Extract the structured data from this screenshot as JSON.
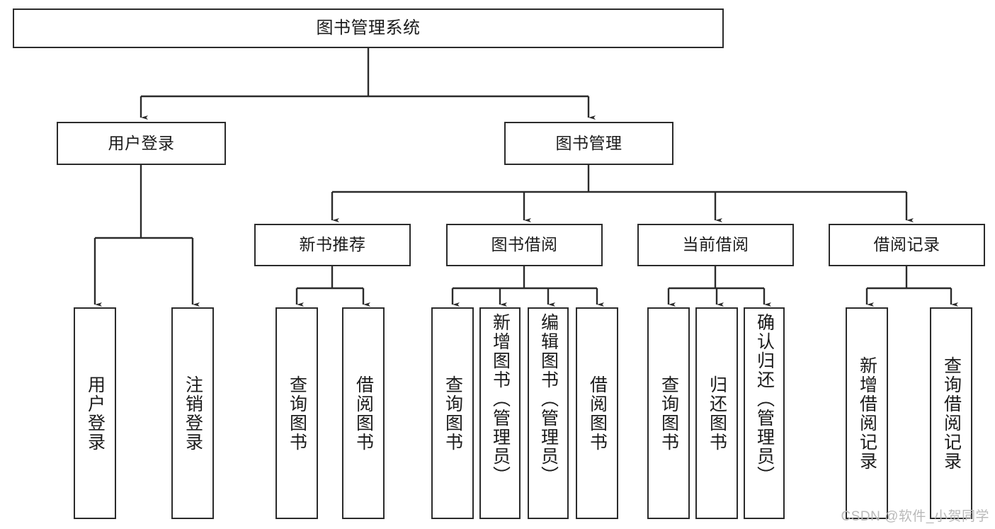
{
  "diagram": {
    "title": "图书管理系统",
    "type": "tree",
    "levels": 3,
    "colors": {
      "box_border": "#2b2b2b",
      "box_fill": "#ffffff",
      "connector": "#2b2b2b",
      "text": "#1b1b1b",
      "watermark": "#b9b9b9"
    },
    "nodes": {
      "root": {
        "label": "图书管理系统"
      },
      "level1": [
        {
          "id": "user-login",
          "label": "用户登录"
        },
        {
          "id": "book-manage",
          "label": "图书管理"
        }
      ],
      "level2": [
        {
          "id": "new-book-recommend",
          "label": "新书推荐"
        },
        {
          "id": "book-borrow",
          "label": "图书借阅"
        },
        {
          "id": "current-borrow",
          "label": "当前借阅"
        },
        {
          "id": "borrow-record",
          "label": "借阅记录"
        }
      ],
      "leaves": {
        "user-login": [
          {
            "id": "leaf-user-login",
            "label": "用户登录"
          },
          {
            "id": "leaf-logout-login",
            "label": "注销登录"
          }
        ],
        "new-book-recommend": [
          {
            "id": "leaf-query-book-1",
            "label": "查询图书"
          },
          {
            "id": "leaf-borrow-book-1",
            "label": "借阅图书"
          }
        ],
        "book-borrow": [
          {
            "id": "leaf-query-book-2",
            "label": "查询图书"
          },
          {
            "id": "leaf-add-book-admin",
            "label": "新增图书（管理员）"
          },
          {
            "id": "leaf-edit-book-admin",
            "label": "编辑图书（管理员）"
          },
          {
            "id": "leaf-borrow-book-2",
            "label": "借阅图书"
          }
        ],
        "current-borrow": [
          {
            "id": "leaf-query-book-3",
            "label": "查询图书"
          },
          {
            "id": "leaf-return-book",
            "label": "归还图书"
          },
          {
            "id": "leaf-confirm-return-admin",
            "label": "确认归还（管理员）"
          }
        ],
        "borrow-record": [
          {
            "id": "leaf-add-borrow-record",
            "label": "新增借阅记录"
          },
          {
            "id": "leaf-query-borrow-record",
            "label": "查询借阅记录"
          }
        ]
      }
    },
    "watermark": "CSDN @软件_小贺同学"
  }
}
